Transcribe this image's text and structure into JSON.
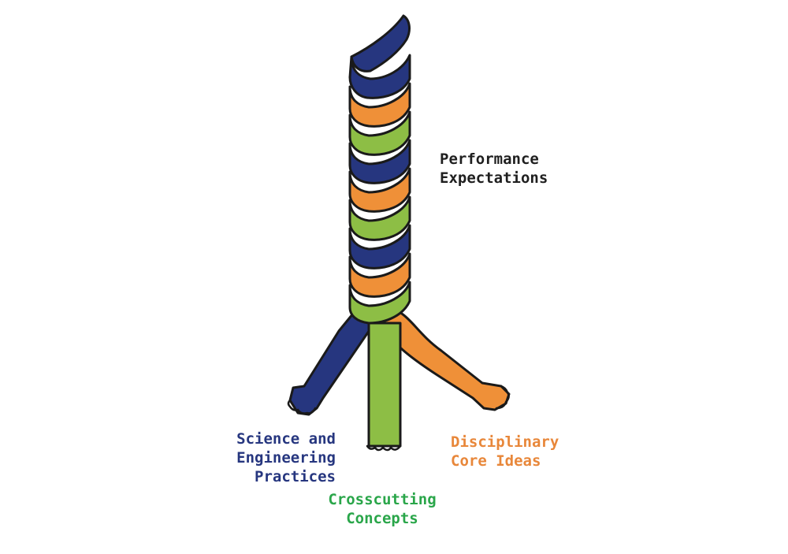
{
  "colors": {
    "blue": "#26367f",
    "orange": "#ef9038",
    "green": "#8dbe45",
    "outline": "#1a1a1a",
    "label_dark": "#1f1f1f",
    "label_blue": "#26367f",
    "label_orange": "#e8873a",
    "label_green": "#2aa64a"
  },
  "labels": {
    "performance_expectations": [
      "Performance",
      "Expectations"
    ],
    "science_engineering_practices": [
      "Science and",
      "Engineering",
      "Practices"
    ],
    "disciplinary_core_ideas": [
      "Disciplinary",
      "Core Ideas"
    ],
    "crosscutting_concepts": [
      "Crosscutting",
      "Concepts"
    ]
  },
  "rope": {
    "strand_order": [
      "blue",
      "orange",
      "green",
      "blue",
      "orange",
      "green",
      "blue",
      "orange",
      "green"
    ]
  }
}
